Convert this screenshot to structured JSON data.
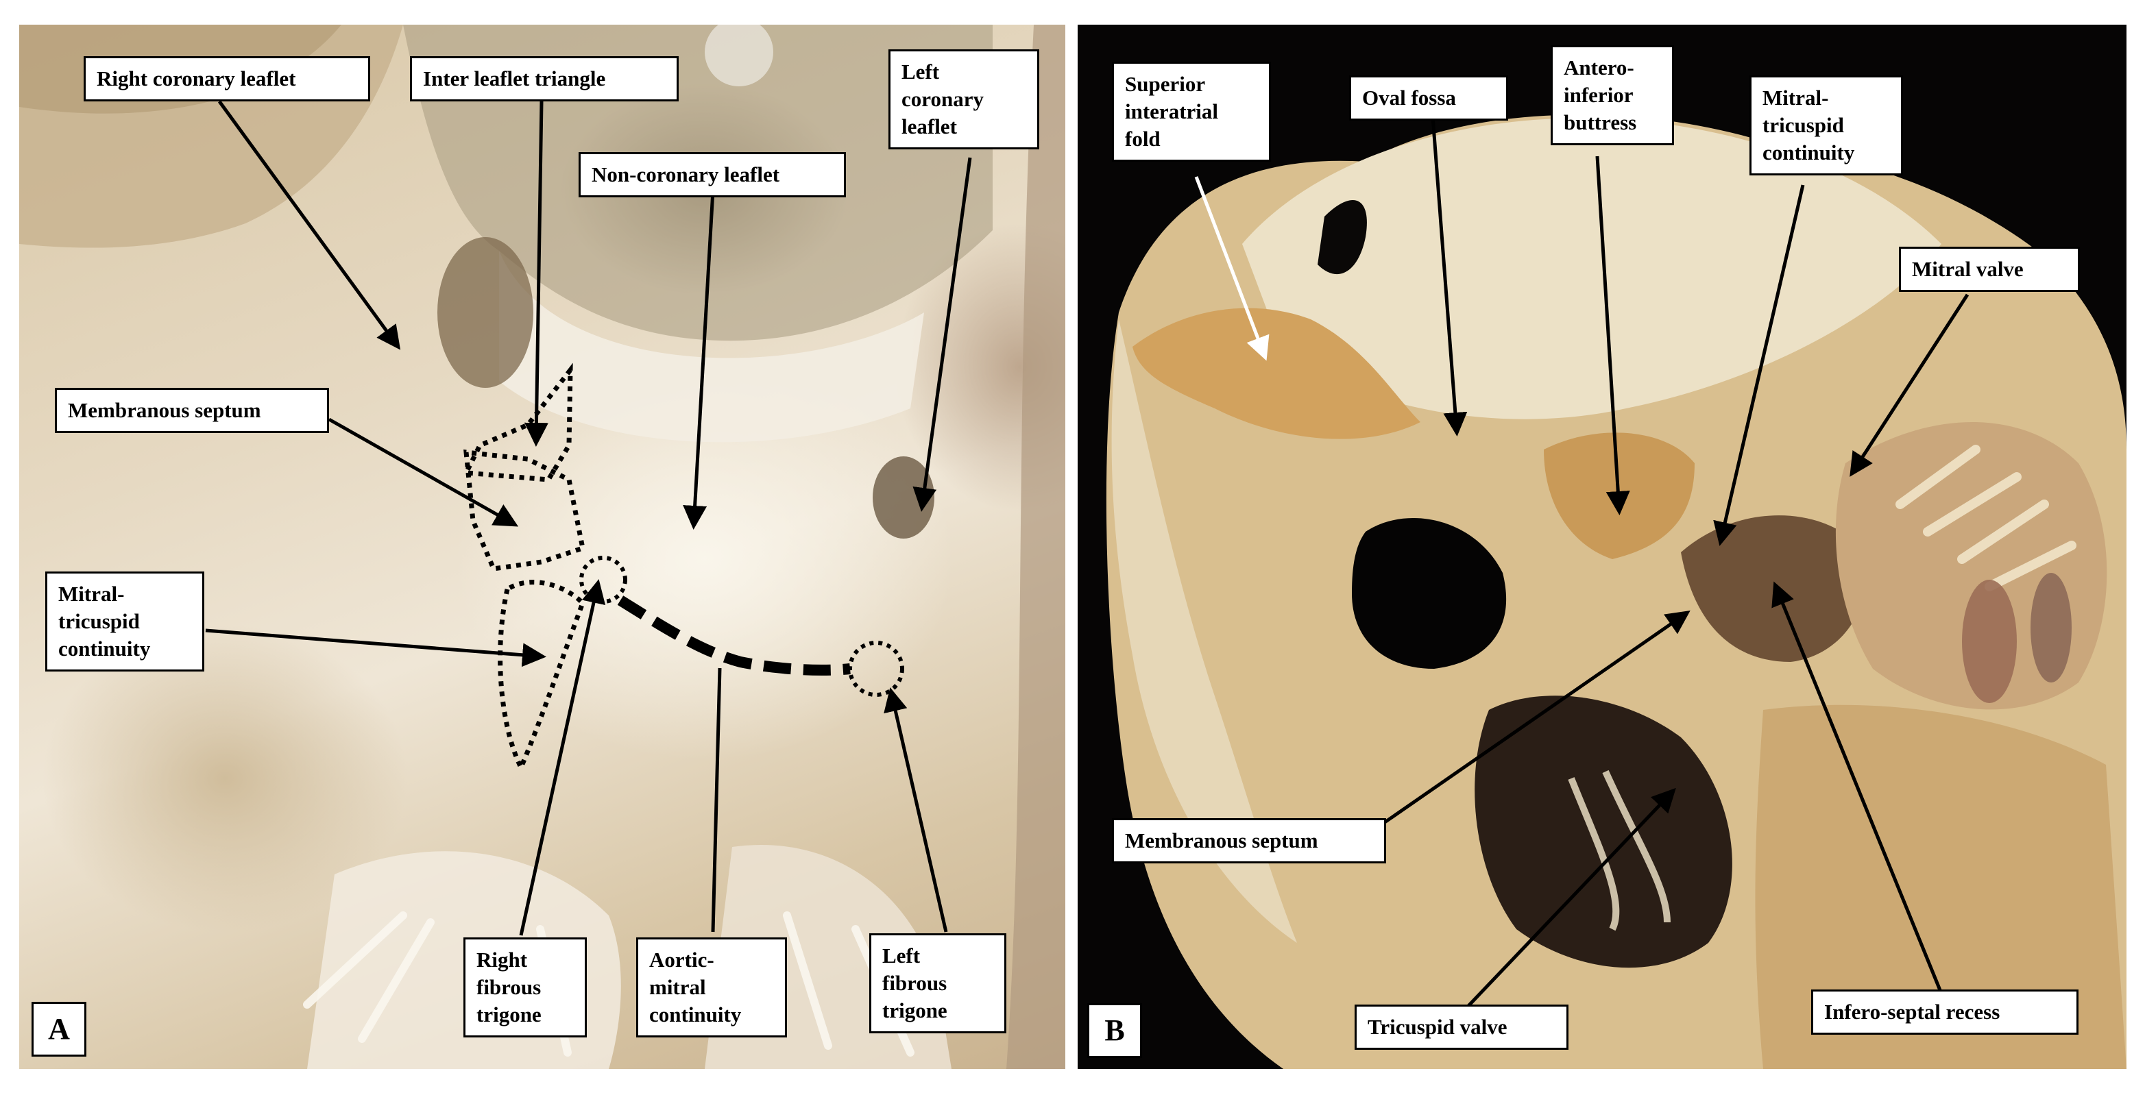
{
  "panel_a": {
    "letter": "A",
    "labels": {
      "right_coronary_leaflet": "Right coronary leaflet",
      "inter_leaflet_triangle": "Inter leaflet triangle",
      "left_coronary_leaflet": "Left\ncoronary\nleaflet",
      "non_coronary_leaflet": "Non-coronary leaflet",
      "membranous_septum": "Membranous septum",
      "mitral_tricuspid_continuity": "Mitral-\ntricuspid\ncontinuity",
      "right_fibrous_trigone": "Right\nfibrous\ntrigone",
      "aortic_mitral_continuity": "Aortic-\nmitral\ncontinuity",
      "left_fibrous_trigone": "Left\nfibrous\ntrigone"
    }
  },
  "panel_b": {
    "letter": "B",
    "labels": {
      "superior_interatrial_fold": "Superior\ninteratrial\nfold",
      "oval_fossa": "Oval fossa",
      "antero_inferior_buttress": "Antero-\ninferior\nbuttress",
      "mitral_tricuspid_continuity": "Mitral-\ntricuspid\ncontinuity",
      "mitral_valve": "Mitral valve",
      "membranous_septum": "Membranous septum",
      "tricuspid_valve": "Tricuspid valve",
      "infero_septal_recess": "Infero-septal recess"
    }
  },
  "colors": {
    "label_background": "#ffffff",
    "label_border": "#000000",
    "arrow": "#000000",
    "white_arrow": "#ffffff"
  }
}
